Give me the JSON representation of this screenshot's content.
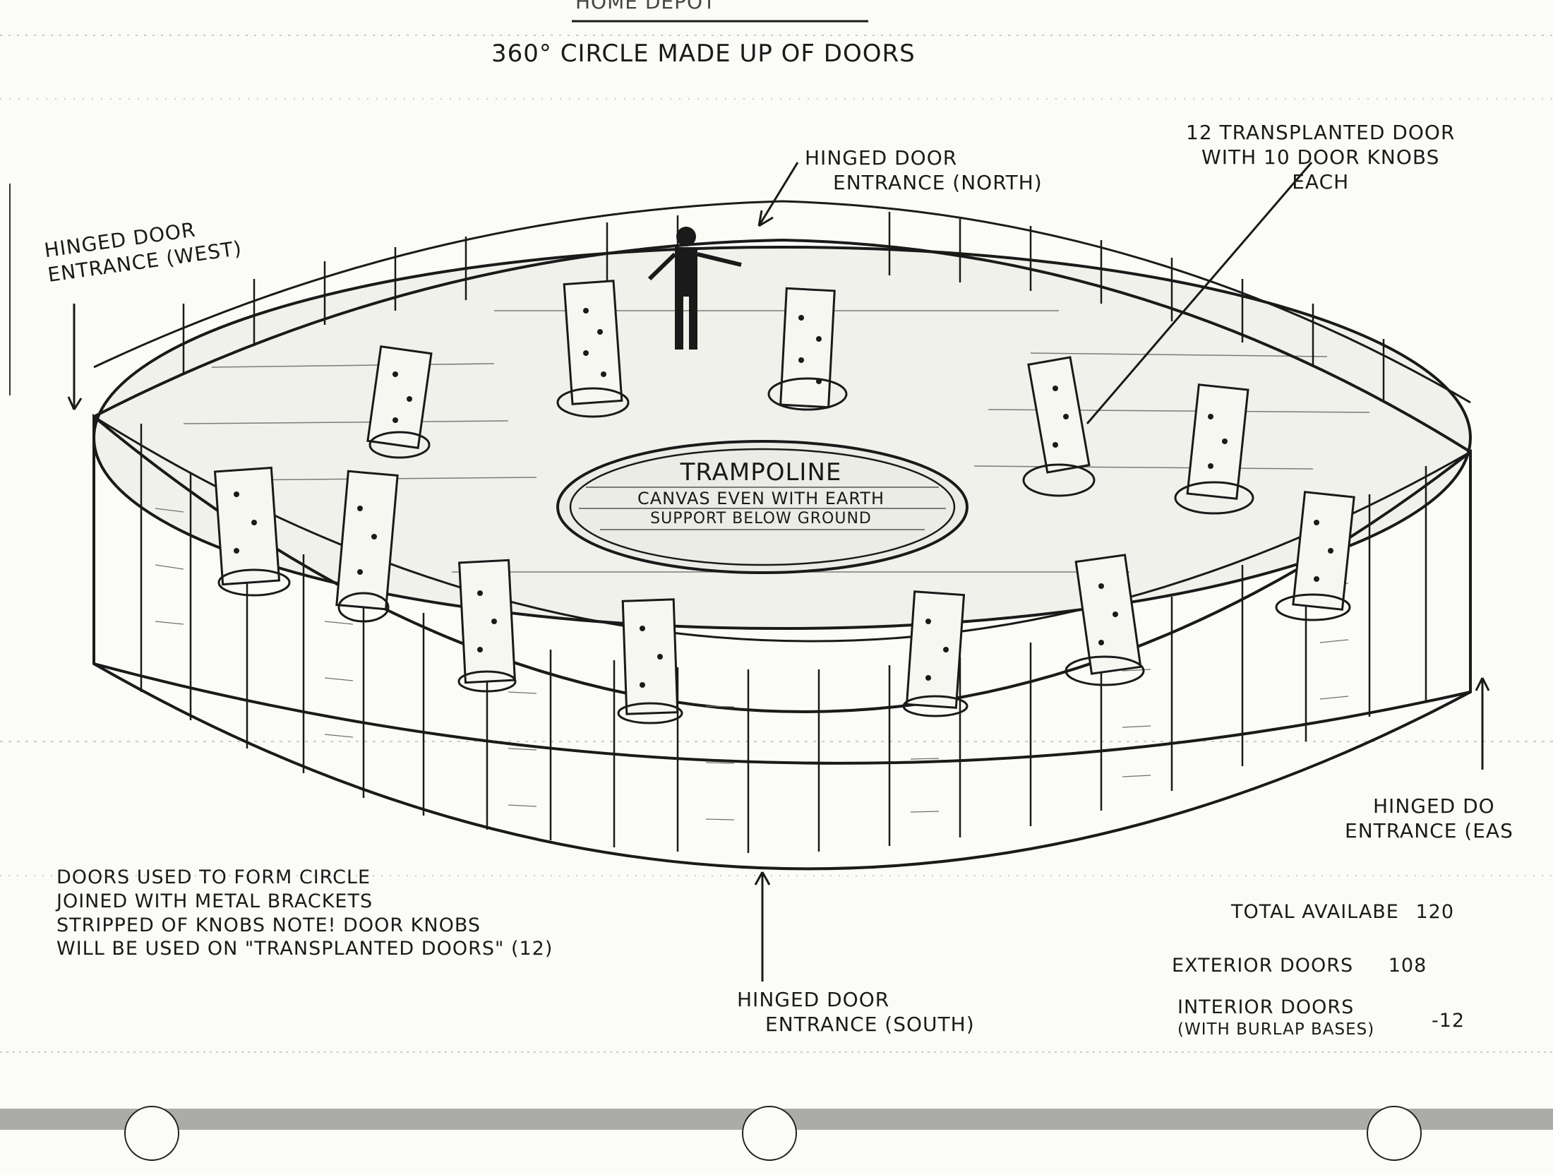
{
  "header": {
    "top_partial": "HOME DEPOT",
    "title": "360° CIRCLE MADE UP OF DOORS"
  },
  "labels": {
    "north": [
      "HINGED DOOR",
      "ENTRANCE (NORTH)"
    ],
    "west": [
      "HINGED DOOR",
      "ENTRANCE (WEST)"
    ],
    "transplanted": [
      "12 TRANSPLANTED DOOR",
      "WITH 10 DOOR KNOBS",
      "EACH"
    ],
    "trampoline": [
      "TRAMPOLINE",
      "CANVAS EVEN WITH EARTH",
      "SUPPORT BELOW GROUND"
    ],
    "east": [
      "HINGED DO",
      "ENTRANCE (EAS"
    ],
    "south": [
      "HINGED DOOR",
      "ENTRANCE (SOUTH)"
    ]
  },
  "notes": [
    "DOORS USED TO FORM CIRCLE",
    "JOINED WITH METAL BRACKETS",
    "STRIPPED OF KNOBS NOTE! DOOR KNOBS",
    "WILL BE USED ON \"TRANSPLANTED DOORS\" (12)"
  ],
  "totals": {
    "available_label": "TOTAL AVAILABE",
    "available_value": "120",
    "exterior_label": "EXTERIOR DOORS",
    "exterior_value": "108",
    "interior_label": [
      "INTERIOR DOORS",
      "(WITH BURLAP BASES)"
    ],
    "interior_value": "-12"
  },
  "colors": {
    "ink": "#1a1a1a",
    "paper": "#fbfbf8",
    "hatch": "#555555"
  }
}
